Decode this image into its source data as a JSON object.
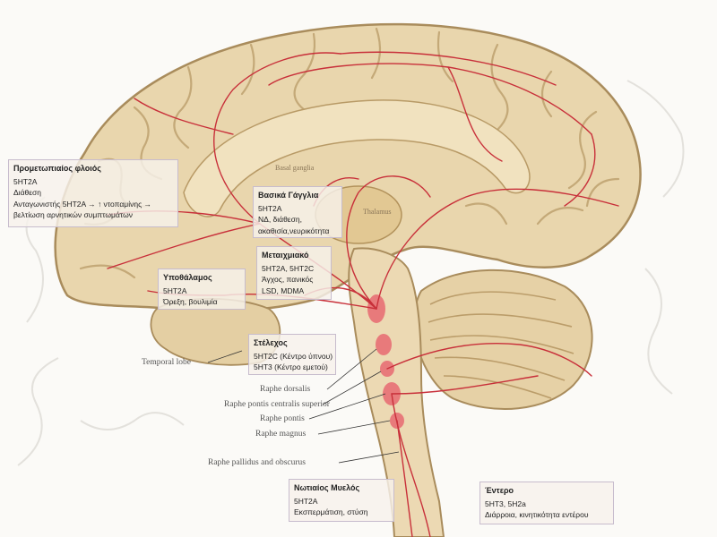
{
  "colors": {
    "brain_fill": "#e9d6ad",
    "brain_stroke": "#a98c5c",
    "pathway": "#c8303a",
    "raphe_nuclei": "#e86a72",
    "box_border": "#c7bccd",
    "background": "#fbfaf7"
  },
  "boxes": {
    "prefrontal": {
      "title": "Προμετωπιαίος φλοιός",
      "lines": [
        "5HT2A",
        "Διάθεση",
        "Ανταγωνιστής 5HT2A → ↑ ντοπαμίνης →",
        "βελτίωση αρνητικών συμπτωμάτων"
      ]
    },
    "basal_ganglia": {
      "title": "Βασικά Γάγγλια",
      "lines": [
        "5HT2A",
        "ΝΔ, διάθεση,",
        "ακαθισία,νευρικότητα"
      ]
    },
    "limbic": {
      "title": "Μεταιχμιακό",
      "lines": [
        "5HT2A, 5HT2C",
        "Άγχος, πανικός",
        "LSD, MDMA"
      ]
    },
    "hypothalamus": {
      "title": "Υποθάλαμος",
      "lines": [
        "5HT2A",
        "Όρεξη, βουλιμία"
      ]
    },
    "brainstem": {
      "title": "Στέλεχος",
      "lines": [
        "5HT2C (Κέντρο ύπνου)",
        "5HT3 (Κέντρο εμετού)"
      ]
    },
    "spinal_cord": {
      "title": "Νωτιαίος Μυελός",
      "lines": [
        "5HT2A",
        "Εκσπερμάτιση, στύση"
      ]
    },
    "gut": {
      "title": "Έντερο",
      "lines": [
        "5HT3, 5H2a",
        "Διάρροια, κινητικότητα εντέρου"
      ]
    }
  },
  "anatomy_labels": {
    "basal_ganglia": "Basal ganglia",
    "thalamus": "Thalamus",
    "temporal_lobe": "Temporal lobe",
    "raphe_dorsalis": "Raphe dorsalis",
    "raphe_pontis_centralis": "Raphe pontis centralis superior",
    "raphe_pontis": "Raphe pontis",
    "raphe_magnus": "Raphe magnus",
    "raphe_pallidus": "Raphe pallidus and obscurus"
  }
}
